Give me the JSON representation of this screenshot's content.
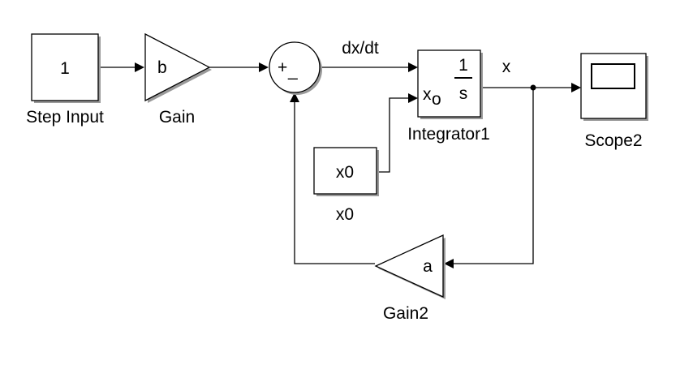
{
  "blocks": {
    "step_input": {
      "value": "1",
      "label": "Step Input"
    },
    "gain": {
      "value": "b",
      "label": "Gain"
    },
    "sum": {
      "plus": "+",
      "minus": "_"
    },
    "integrator": {
      "numerator": "1",
      "denominator": "s",
      "ic_port": "x",
      "ic_sub": "o",
      "label": "Integrator1"
    },
    "x0_const": {
      "value": "x0",
      "label": "x0"
    },
    "scope": {
      "label": "Scope2"
    },
    "gain2": {
      "value": "a",
      "label": "Gain2"
    }
  },
  "signals": {
    "dxdt": "dx/dt",
    "x": "x"
  },
  "colors": {
    "line": "#000000",
    "block_fill": "#ffffff",
    "shadow": "#9a9a9a",
    "background": "#ffffff"
  }
}
